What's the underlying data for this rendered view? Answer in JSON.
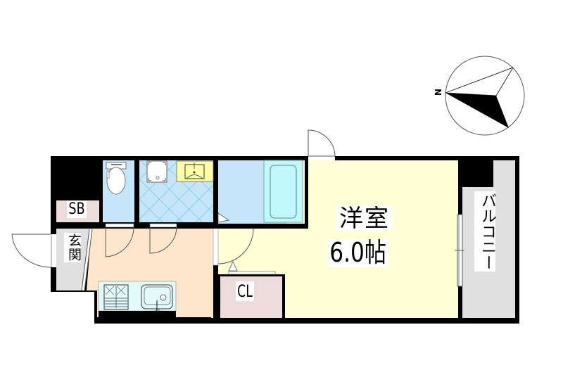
{
  "floorplan": {
    "rooms": {
      "shoe_box": {
        "label": "SB",
        "color": "#ecdcdc"
      },
      "entrance": {
        "label": "玄関",
        "color": "#e0e0e0"
      },
      "kitchen": {
        "color": "#fde6cc"
      },
      "toilet": {
        "color": "#c4e6f8"
      },
      "washroom": {
        "color": "#c4e6f8",
        "tile_color": "#5fb9c6"
      },
      "bathroom": {
        "color": "#c4e6f8",
        "tub_color": "#c0f8fc"
      },
      "closet": {
        "label": "CL",
        "color": "#ecdcdc"
      },
      "western_room": {
        "label": "洋室",
        "area_label": "6.0帖",
        "color": "#ffffd6"
      },
      "balcony": {
        "label": "バルコニー",
        "color": "#e0e0e0"
      }
    },
    "fixtures": {
      "vanity_color": "#ffffa8",
      "counter_color": "#e2fafa"
    },
    "compass": {
      "north_label": "N"
    },
    "wall_color": "#000000"
  }
}
